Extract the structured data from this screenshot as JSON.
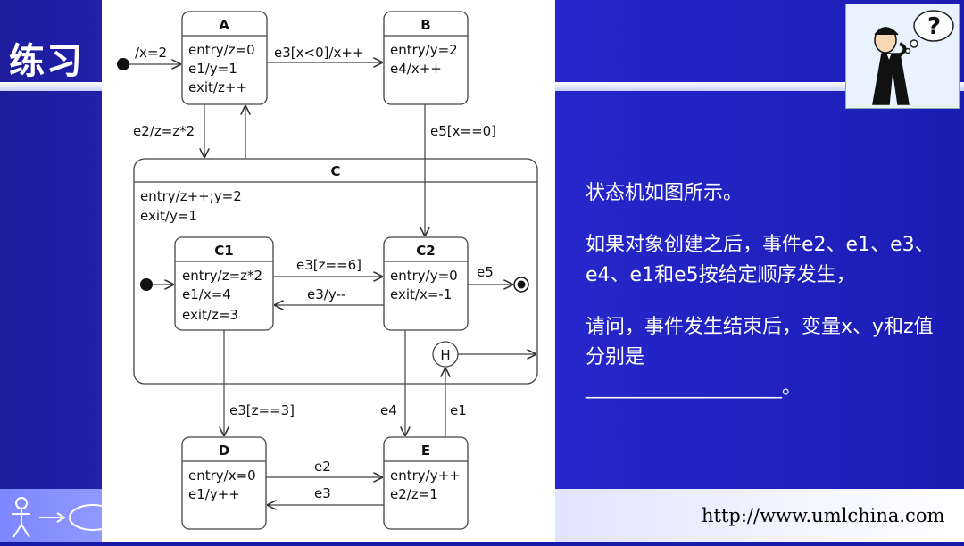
{
  "slide": {
    "title": "练习",
    "url": "http://www.umlchina.com"
  },
  "question": {
    "line1": "状态机如图所示。",
    "line2": "如果对象创建之后，事件e2、e1、e3、e4、e1和e5按给定顺序发生，",
    "line3": "请问，事件发生结束后，变量x、y和z值分别是",
    "blank": "____________________。"
  },
  "diagram": {
    "states": {
      "A": {
        "name": "A",
        "lines": [
          "entry/z=0",
          "e1/y=1",
          "exit/z++"
        ]
      },
      "B": {
        "name": "B",
        "lines": [
          "entry/y=2",
          "e4/x++"
        ]
      },
      "C": {
        "name": "C",
        "lines": [
          "entry/z++;y=2",
          "exit/y=1"
        ]
      },
      "C1": {
        "name": "C1",
        "lines": [
          "entry/z=z*2",
          "e1/x=4",
          "exit/z=3"
        ]
      },
      "C2": {
        "name": "C2",
        "lines": [
          "entry/y=0",
          "exit/x=-1"
        ]
      },
      "D": {
        "name": "D",
        "lines": [
          "entry/x=0",
          "e1/y++"
        ]
      },
      "E": {
        "name": "E",
        "lines": [
          "entry/y++",
          "e2/z=1"
        ]
      }
    },
    "history": "H",
    "transitions": {
      "init_A": "/x=2",
      "A_B": "e3[x<0]/x++",
      "A_C": "e2/z=z*2",
      "B_C2": "e5[x==0]",
      "C1_C2": "e3[z==6]",
      "C2_C1": "e3/y--",
      "C2_final": "e5",
      "C1_D": "e3[z==3]",
      "C2_E": "e4",
      "E_H": "e1",
      "D_E": "e2",
      "E_D": "e3"
    }
  }
}
